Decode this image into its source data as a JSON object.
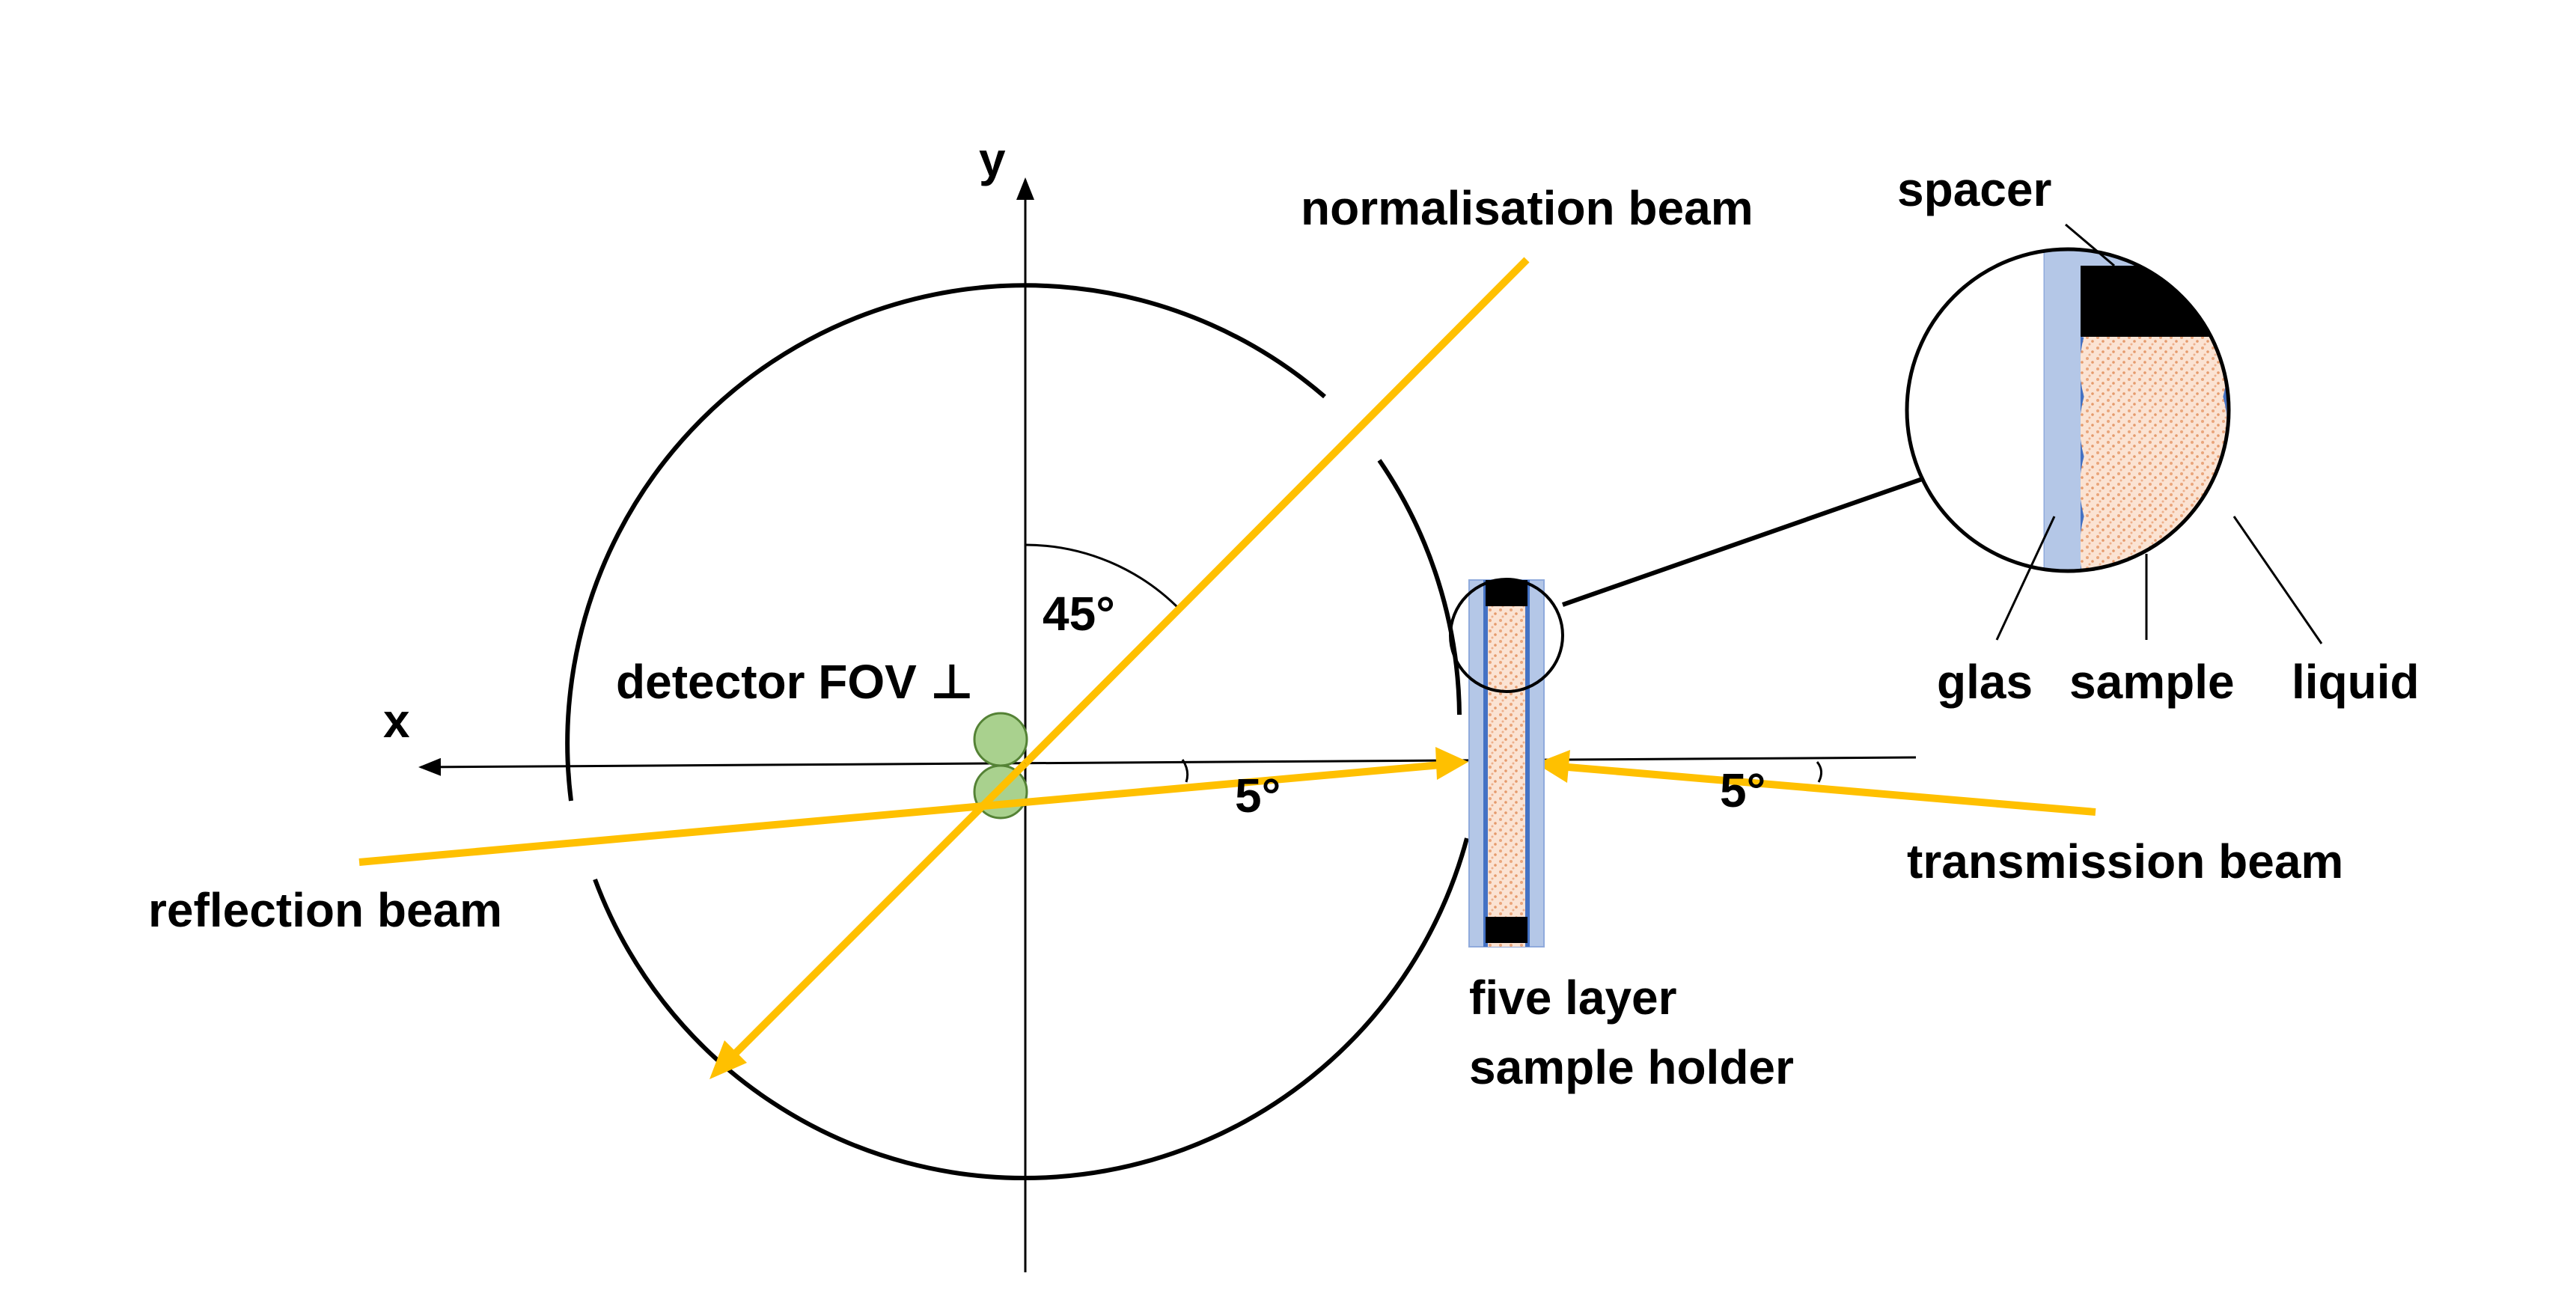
{
  "labels": {
    "axis_y": "y",
    "axis_x": "x",
    "normalisation_beam": "normalisation beam",
    "angle_45": "45°",
    "detector_fov": "detector FOV ⊥",
    "reflection_beam": "reflection beam",
    "angle_5_left": "5°",
    "angle_5_right": "5°",
    "transmission_beam": "transmission beam",
    "holder_line1": "five layer",
    "holder_line2": "sample holder",
    "spacer": "spacer",
    "glas": "glas",
    "sample": "sample",
    "liquid": "liquid"
  },
  "colors": {
    "beam": "#FFC000",
    "detector_fill": "#A9D18E",
    "detector_stroke": "#548235",
    "glass": "#B4C7E7",
    "liquid": "#4472C4",
    "sample": "#F8CBAD",
    "spacer": "#000000"
  }
}
